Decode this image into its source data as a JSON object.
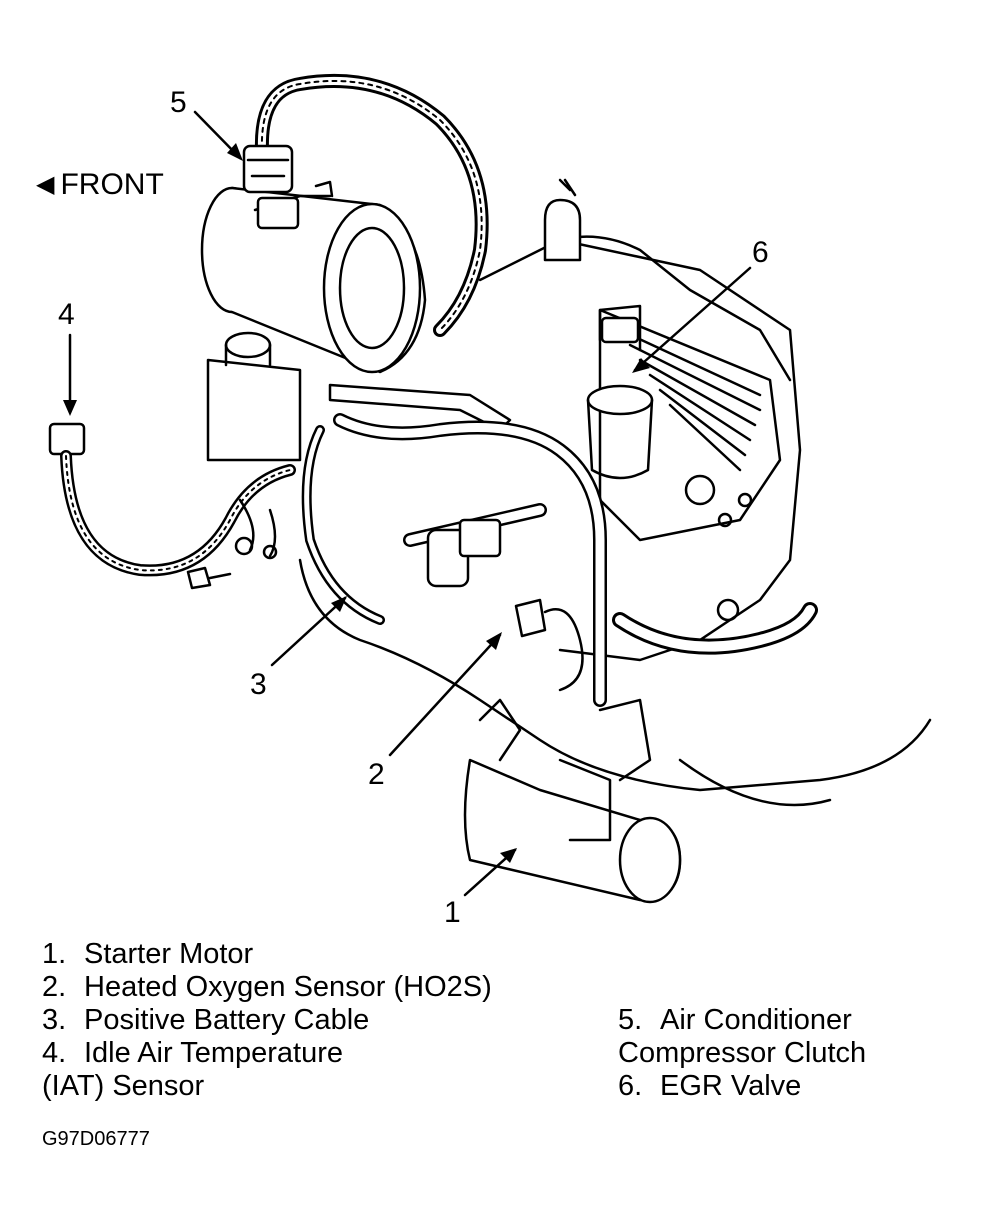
{
  "front_label": "FRONT",
  "callouts": [
    "1",
    "2",
    "3",
    "4",
    "5",
    "6"
  ],
  "legend": [
    {
      "num": "1.",
      "text": "Starter Motor"
    },
    {
      "num": "2.",
      "text": "Heated Oxygen Sensor (HO2S)"
    },
    {
      "num": "3.",
      "text": "Positive Battery Cable"
    },
    {
      "num": "4.",
      "text": "Idle Air Temperature",
      "cont": "(IAT) Sensor"
    },
    {
      "num": "5.",
      "text": "Air Conditioner",
      "cont": "Compressor Clutch"
    },
    {
      "num": "6.",
      "text": "EGR Valve"
    }
  ],
  "figure_code": "G97D06777"
}
